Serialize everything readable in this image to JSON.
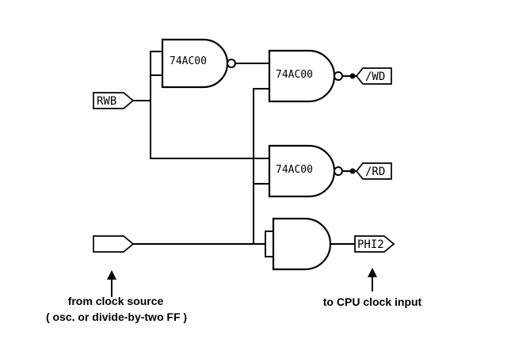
{
  "gates": {
    "nand1_label": "74AC00",
    "nand2_label": "74AC00",
    "nand3_label": "74AC00"
  },
  "net_labels": {
    "rwb": "RWB",
    "wd": "/WD",
    "rd": "/RD",
    "phi2": "PHI2"
  },
  "annotations": {
    "clock_source_line1": "from clock source",
    "clock_source_line2": "( osc. or divide-by-two FF )",
    "cpu_clock": "to CPU clock input"
  },
  "colors": {
    "line": "#000000",
    "background": "#ffffff",
    "text": "#000000"
  }
}
